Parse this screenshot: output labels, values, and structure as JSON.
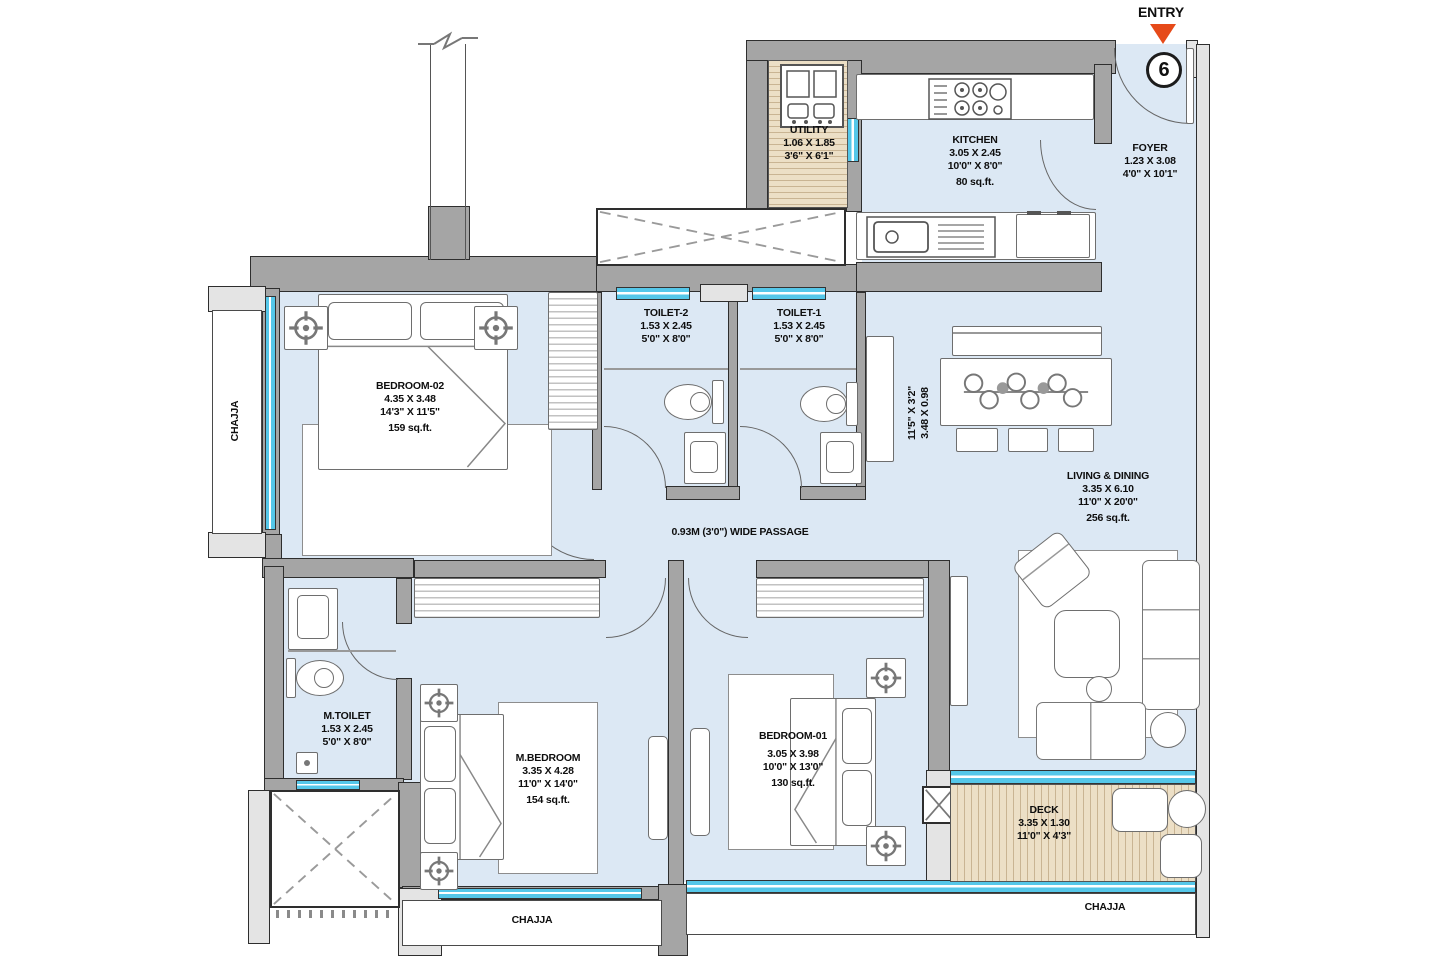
{
  "entry": {
    "label": "ENTRY",
    "door_number": "6"
  },
  "rooms": {
    "foyer": {
      "name": "FOYER",
      "dim_m": "1.23 X 3.08",
      "dim_ft": "4'0\" X 10'1\""
    },
    "kitchen": {
      "name": "KITCHEN",
      "dim_m": "3.05 X 2.45",
      "dim_ft": "10'0\" X 8'0\"",
      "area": "80 sq.ft."
    },
    "utility": {
      "name": "UTILITY",
      "dim_m": "1.06 X 1.85",
      "dim_ft": "3'6\" X 6'1\""
    },
    "bedroom02": {
      "name": "BEDROOM-02",
      "dim_m": "4.35 X 3.48",
      "dim_ft": "14'3\" X 11'5\"",
      "area": "159 sq.ft."
    },
    "toilet2": {
      "name": "TOILET-2",
      "dim_m": "1.53 X 2.45",
      "dim_ft": "5'0\" X 8'0\""
    },
    "toilet1": {
      "name": "TOILET-1",
      "dim_m": "1.53 X 2.45",
      "dim_ft": "5'0\" X 8'0\""
    },
    "living_dining": {
      "name": "LIVING & DINING",
      "dim_m": "3.35 X 6.10",
      "dim_ft": "11'0\" X 20'0\"",
      "area": "256 sq.ft."
    },
    "m_toilet": {
      "name": "M.TOILET",
      "dim_m": "1.53 X 2.45",
      "dim_ft": "5'0\" X 8'0\""
    },
    "m_bedroom": {
      "name": "M.BEDROOM",
      "dim_m": "3.35 X 4.28",
      "dim_ft": "11'0\" X 14'0\"",
      "area": "154 sq.ft."
    },
    "bedroom01": {
      "name": "BEDROOM-01",
      "dim_m": "3.05 X 3.98",
      "dim_ft": "10'0\" X 13'0\"",
      "area": "130 sq.ft."
    },
    "deck": {
      "name": "DECK",
      "dim_m": "3.35 X 1.30",
      "dim_ft": "11'0\" X 4'3\""
    }
  },
  "annotations": {
    "passage": "0.93M (3'0\") WIDE PASSAGE",
    "dining_dim_m": "3.48 X 0.98",
    "dining_dim_ft": "11'5\" X 3'2\"",
    "chajja_left": "CHAJJA",
    "chajja_bottom_left": "CHAJJA",
    "chajja_bottom_right": "CHAJJA"
  },
  "colors": {
    "floor": "#dce8f4",
    "wall": "#a5a5a5",
    "wall_light": "#e4e4e4",
    "window": "#55c7e9",
    "wood": "#ecdfc6",
    "wood_line": "#c9b493",
    "entry_arrow": "#e64a19",
    "line": "#2e2e2e"
  }
}
